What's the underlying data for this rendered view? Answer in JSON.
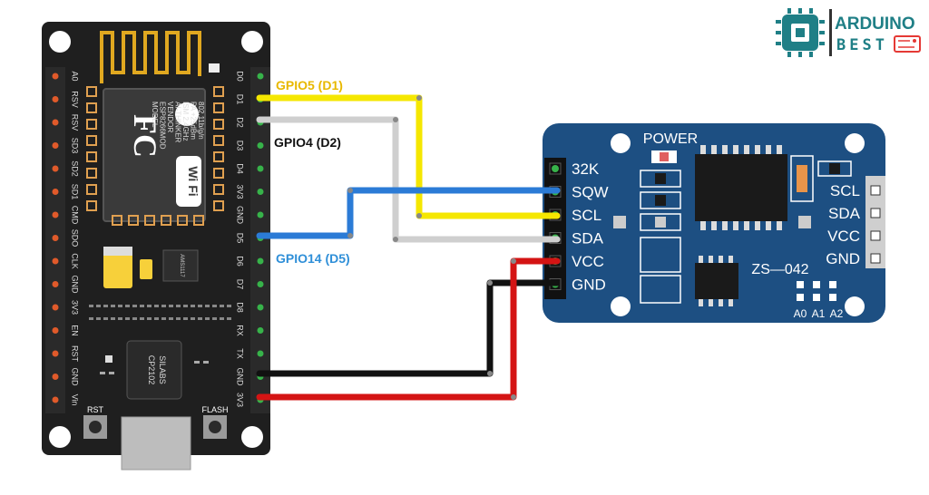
{
  "logo": {
    "line1": "ARDUINO",
    "line2": "BEST"
  },
  "nodemcu": {
    "left_pins": [
      "A0",
      "RSV",
      "RSV",
      "SD3",
      "SD2",
      "SD1",
      "CMD",
      "SDO",
      "CLK",
      "GND",
      "3V3",
      "EN",
      "RST",
      "GND",
      "Vin"
    ],
    "right_pins": [
      "D0",
      "D1",
      "D2",
      "D3",
      "D4",
      "3V3",
      "GND",
      "D5",
      "D6",
      "D7",
      "D8",
      "RX",
      "TX",
      "GND",
      "3V3"
    ],
    "module_text": [
      "MODEL",
      "ESP8266MOD",
      "VENDOR",
      "AI-THINKER",
      "ISM 2.4GHz",
      "PA +25dBm",
      "802.11b/g/n"
    ],
    "fcc": "FC",
    "wifi_text": "Wi Fi",
    "regulator_text": "AMS1117",
    "usb_chip_text": [
      "SILABS",
      "CP2102"
    ],
    "rst_label": "RST",
    "flash_label": "FLASH"
  },
  "rtc": {
    "pins": [
      "32K",
      "SQW",
      "SCL",
      "SDA",
      "VCC",
      "GND"
    ],
    "right_pins": [
      "SCL",
      "SDA",
      "VCC",
      "GND"
    ],
    "power_label": "POWER",
    "model": "ZS—042",
    "address_labels": [
      "A0",
      "A1",
      "A2"
    ]
  },
  "wire_labels": {
    "d1": "GPIO5 (D1)",
    "d2": "GPIO4 (D2)",
    "d5": "GPIO14 (D5)"
  },
  "colors": {
    "board": "#1f1f1f",
    "rtc_board": "#1d4f82",
    "wire_d1": "#f5e700",
    "wire_d2": "#cfcfcf",
    "wire_d5": "#2b7bd6",
    "wire_gnd": "#111111",
    "wire_vcc": "#d41414",
    "logo_teal": "#1f7f86",
    "logo_red": "#e53935",
    "label_d1": "#e8b800",
    "label_d5": "#2f8fd8"
  }
}
